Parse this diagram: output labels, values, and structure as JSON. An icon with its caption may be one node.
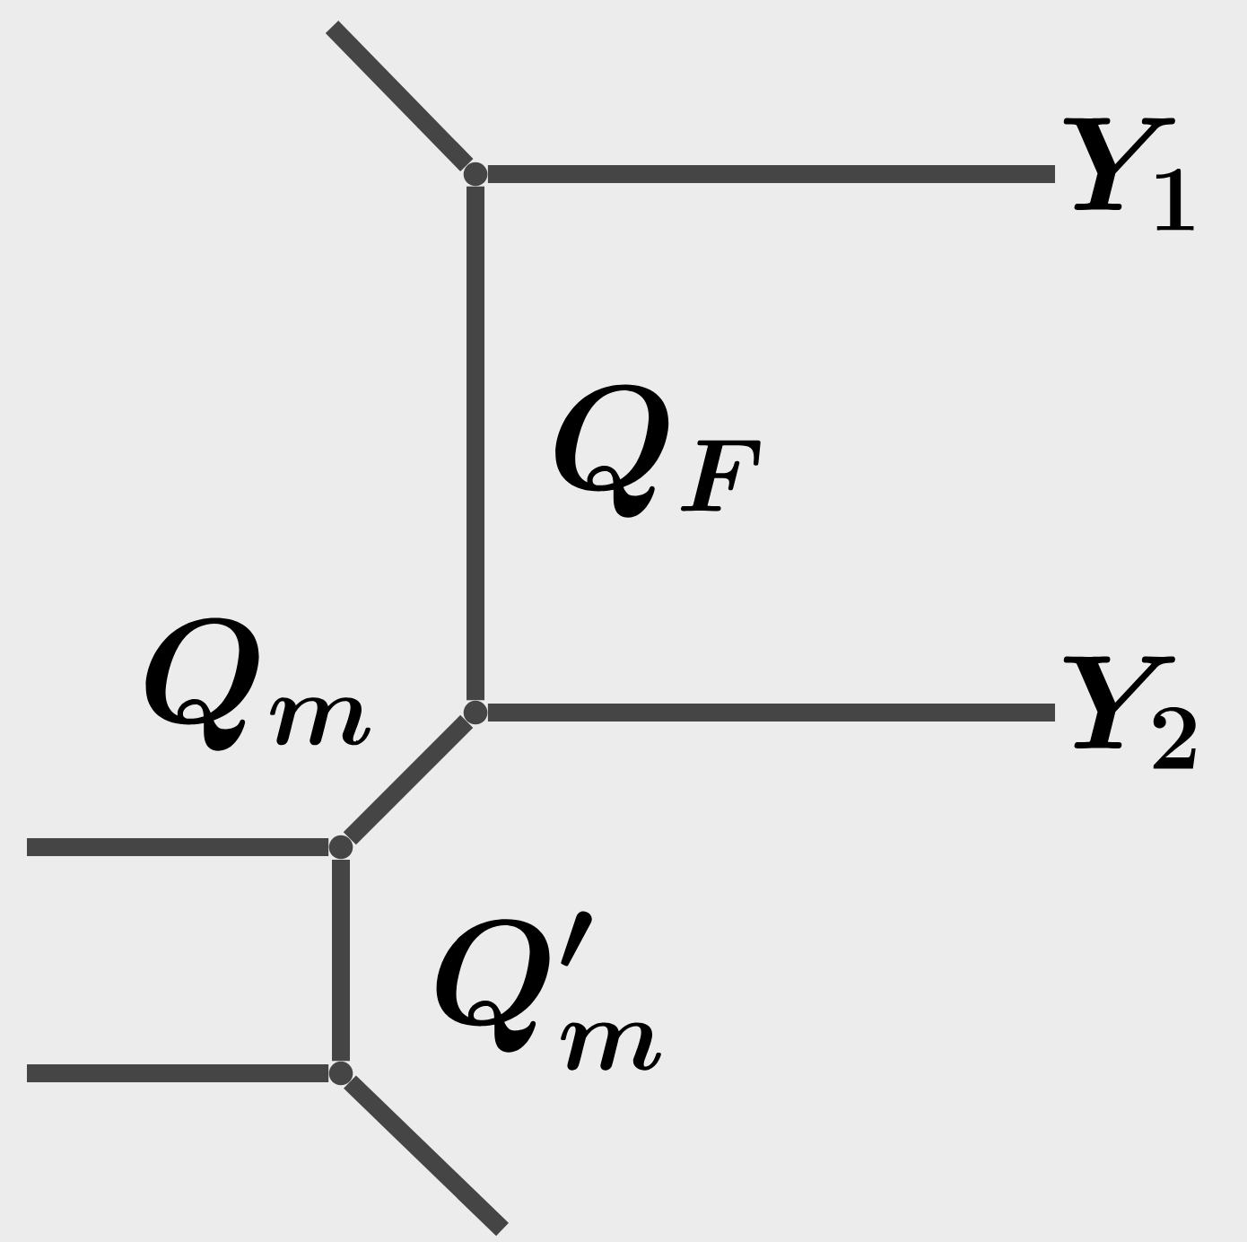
{
  "diagram": {
    "nodes": [
      {
        "text": [
          "Y_1"
        ]
      },
      {
        "text": [
          "Y_2"
        ]
      },
      {
        "text": [],
        "shape": "point"
      },
      {
        "text": [],
        "shape": "point"
      },
      {
        "text": [],
        "shape": "point"
      },
      {
        "text": [],
        "shape": "point"
      }
    ],
    "edges": [
      {
        "from": null,
        "to": 2,
        "arrow": "none"
      },
      {
        "from": 2,
        "to": 0,
        "arrow": "none"
      },
      {
        "from": 2,
        "to": 3,
        "arrow": "none",
        "label": "Q_F"
      },
      {
        "from": 3,
        "to": 1,
        "arrow": "none"
      },
      {
        "from": 3,
        "to": 4,
        "arrow": "none",
        "label": "Q_m"
      },
      {
        "from": 4,
        "to": null,
        "arrow": "none"
      },
      {
        "from": 4,
        "to": 5,
        "arrow": "none",
        "label": "Q'_m"
      },
      {
        "from": 5,
        "to": null,
        "arrow": "none"
      },
      {
        "from": 5,
        "to": null,
        "arrow": "none"
      }
    ]
  }
}
